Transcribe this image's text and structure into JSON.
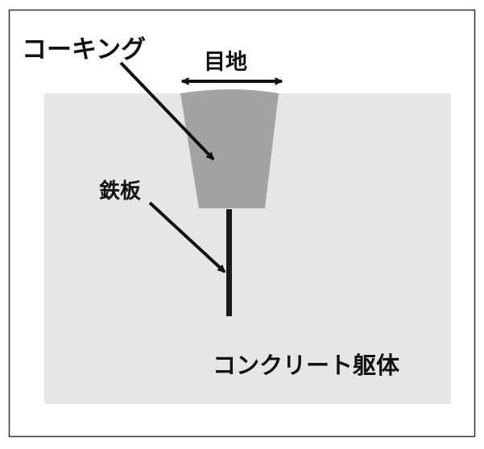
{
  "labels": {
    "caulking": "コーキング",
    "joint": "目地",
    "steel_plate": "鉄板",
    "concrete_body": "コンクリート躯体"
  },
  "colors": {
    "frame_border": "#333333",
    "concrete_fill": "#e6e6e6",
    "caulking_fill": "#a3a3a3",
    "steel_plate": "#1a1a1a",
    "arrows": "#111111",
    "text": "#111111"
  }
}
